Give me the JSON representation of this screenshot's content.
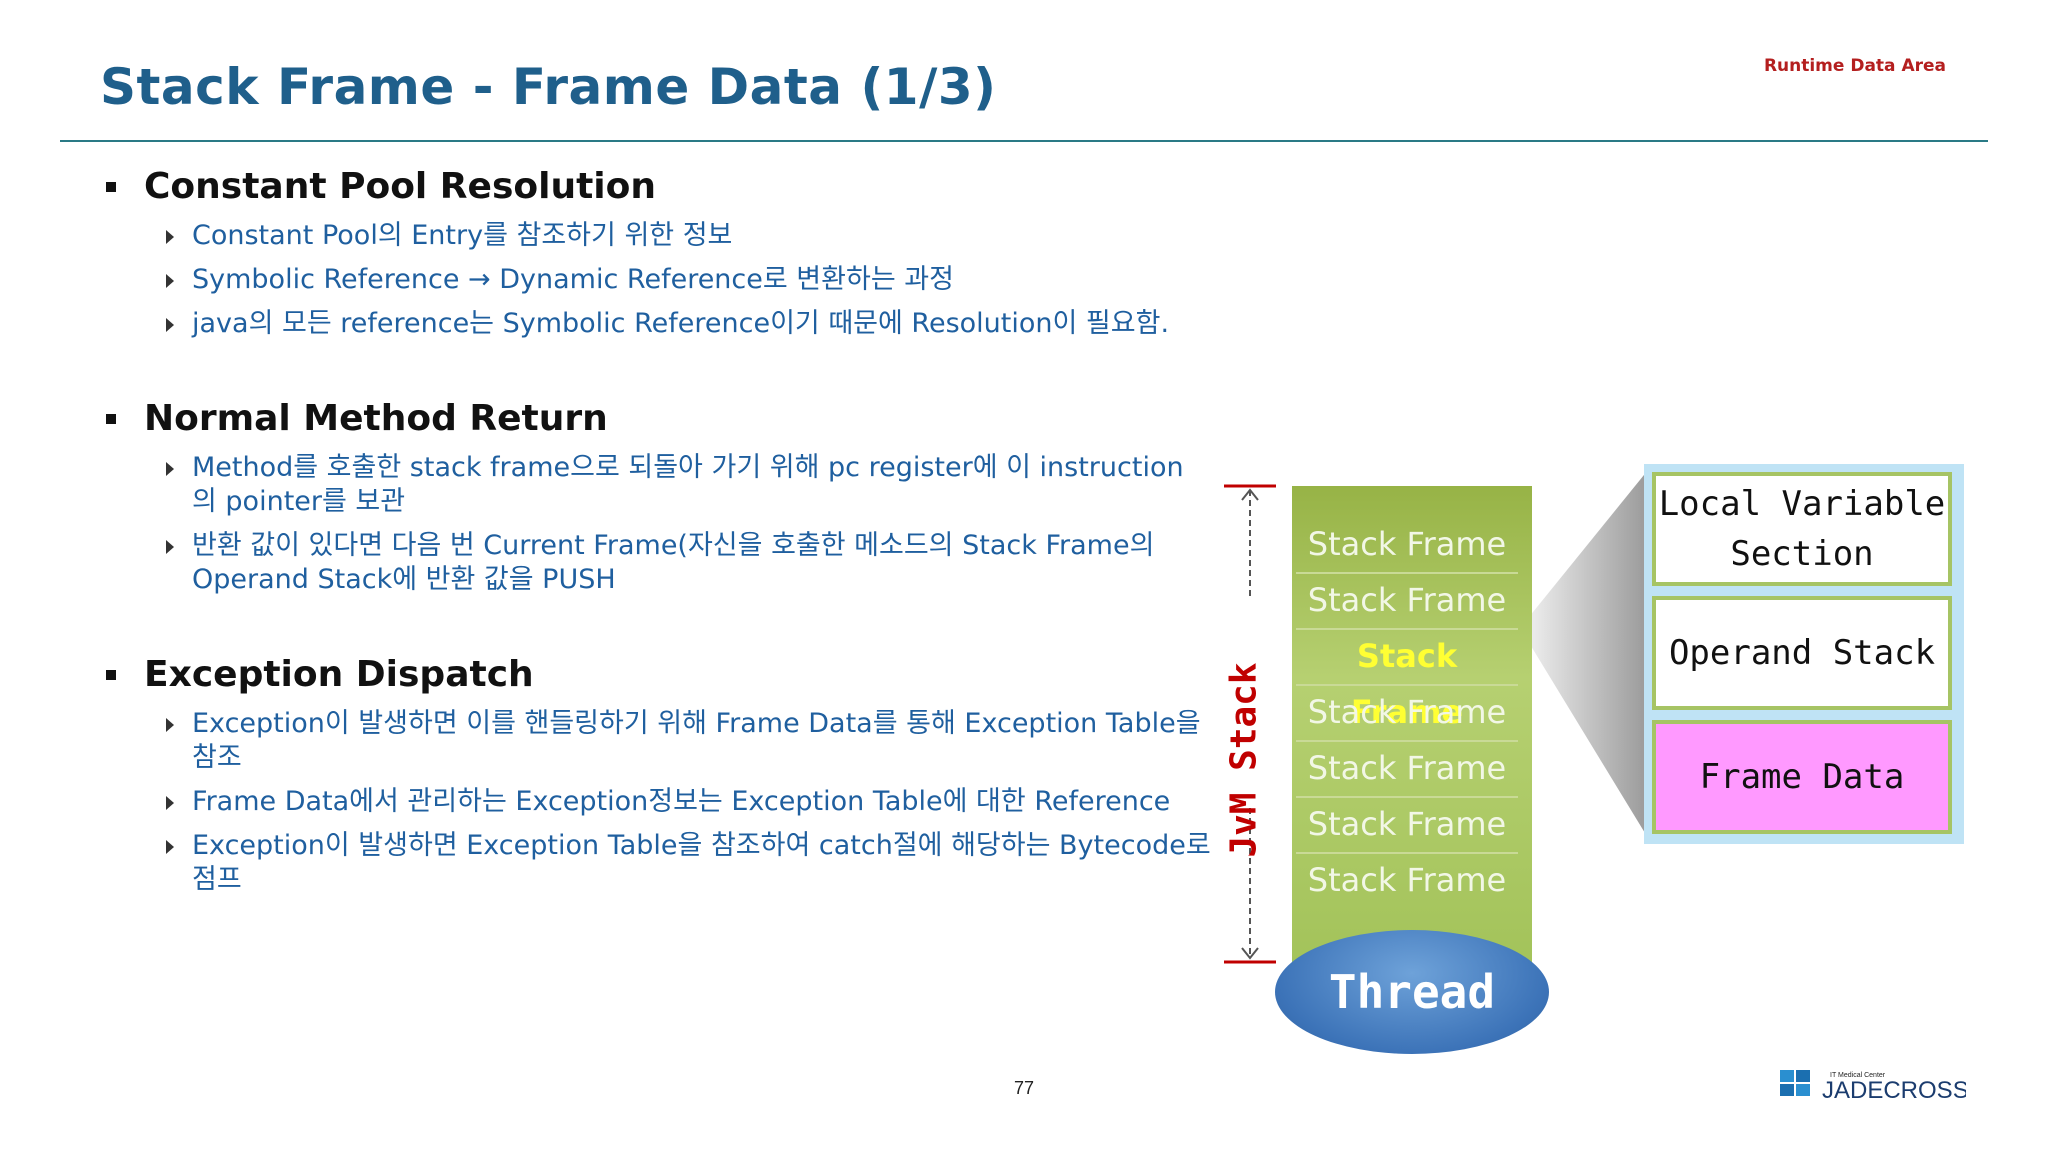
{
  "header": {
    "title": "Stack Frame - Frame Data (1/3)",
    "tag": "Runtime Data Area"
  },
  "sections": [
    {
      "heading": "Constant Pool Resolution",
      "items": [
        "Constant Pool의 Entry를 참조하기 위한 정보",
        "Symbolic Reference → Dynamic Reference로 변환하는 과정",
        "java의 모든 reference는 Symbolic Reference이기 때문에 Resolution이 필요함."
      ]
    },
    {
      "heading": "Normal Method Return",
      "items": [
        "Method를 호출한 stack frame으로 되돌아 가기 위해 pc register에 이 instruction의 pointer를 보관",
        "반환 값이 있다면 다음 번 Current Frame(자신을 호출한 메소드의 Stack Frame의 Operand Stack에 반환 값을 PUSH"
      ]
    },
    {
      "heading": "Exception Dispatch",
      "items": [
        "Exception이 발생하면 이를 핸들링하기 위해 Frame Data를 통해 Exception Table을 참조",
        "Frame Data에서 관리하는 Exception정보는 Exception Table에 대한 Reference",
        "Exception이 발생하면 Exception Table을 참조하여 catch절에 해당하는 Bytecode로 점프"
      ]
    }
  ],
  "diagram": {
    "stack_label": "JvM Stack",
    "frames": [
      "Stack Frame",
      "Stack Frame",
      "Stack Frame",
      "Stack Frame",
      "Stack Frame",
      "Stack Frame",
      "Stack Frame"
    ],
    "highlight_index": 2,
    "thread_label": "Thread",
    "detail": {
      "local_variable_line1": "Local Variable",
      "local_variable_line2": "Section",
      "operand_stack": "Operand Stack",
      "frame_data": "Frame Data"
    }
  },
  "footer": {
    "page_number": "77",
    "logo_small": "IT Medical Center",
    "logo_text": "JADECROSS"
  },
  "colors": {
    "title": "#1f5f8b",
    "bullet_text": "#1f5f9f",
    "tag": "#b41f1f",
    "stack_green": "#a3c35a",
    "highlight": "#ffff33",
    "frame_data_pink": "#ff99ff",
    "thread_blue": "#3c73b8"
  }
}
